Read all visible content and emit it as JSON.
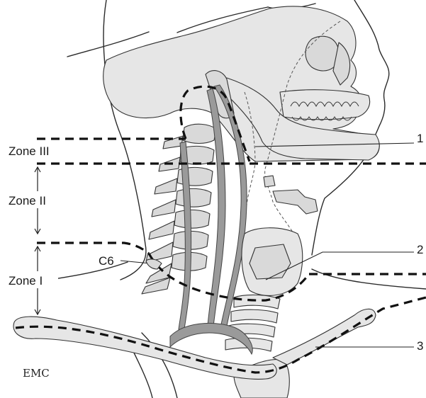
{
  "zones": [
    {
      "label": "Zone III"
    },
    {
      "label": "Zone II"
    },
    {
      "label": "Zone I"
    }
  ],
  "vertebra_label": "C6",
  "callouts": [
    "1",
    "2",
    "3"
  ],
  "logo": "EMC"
}
